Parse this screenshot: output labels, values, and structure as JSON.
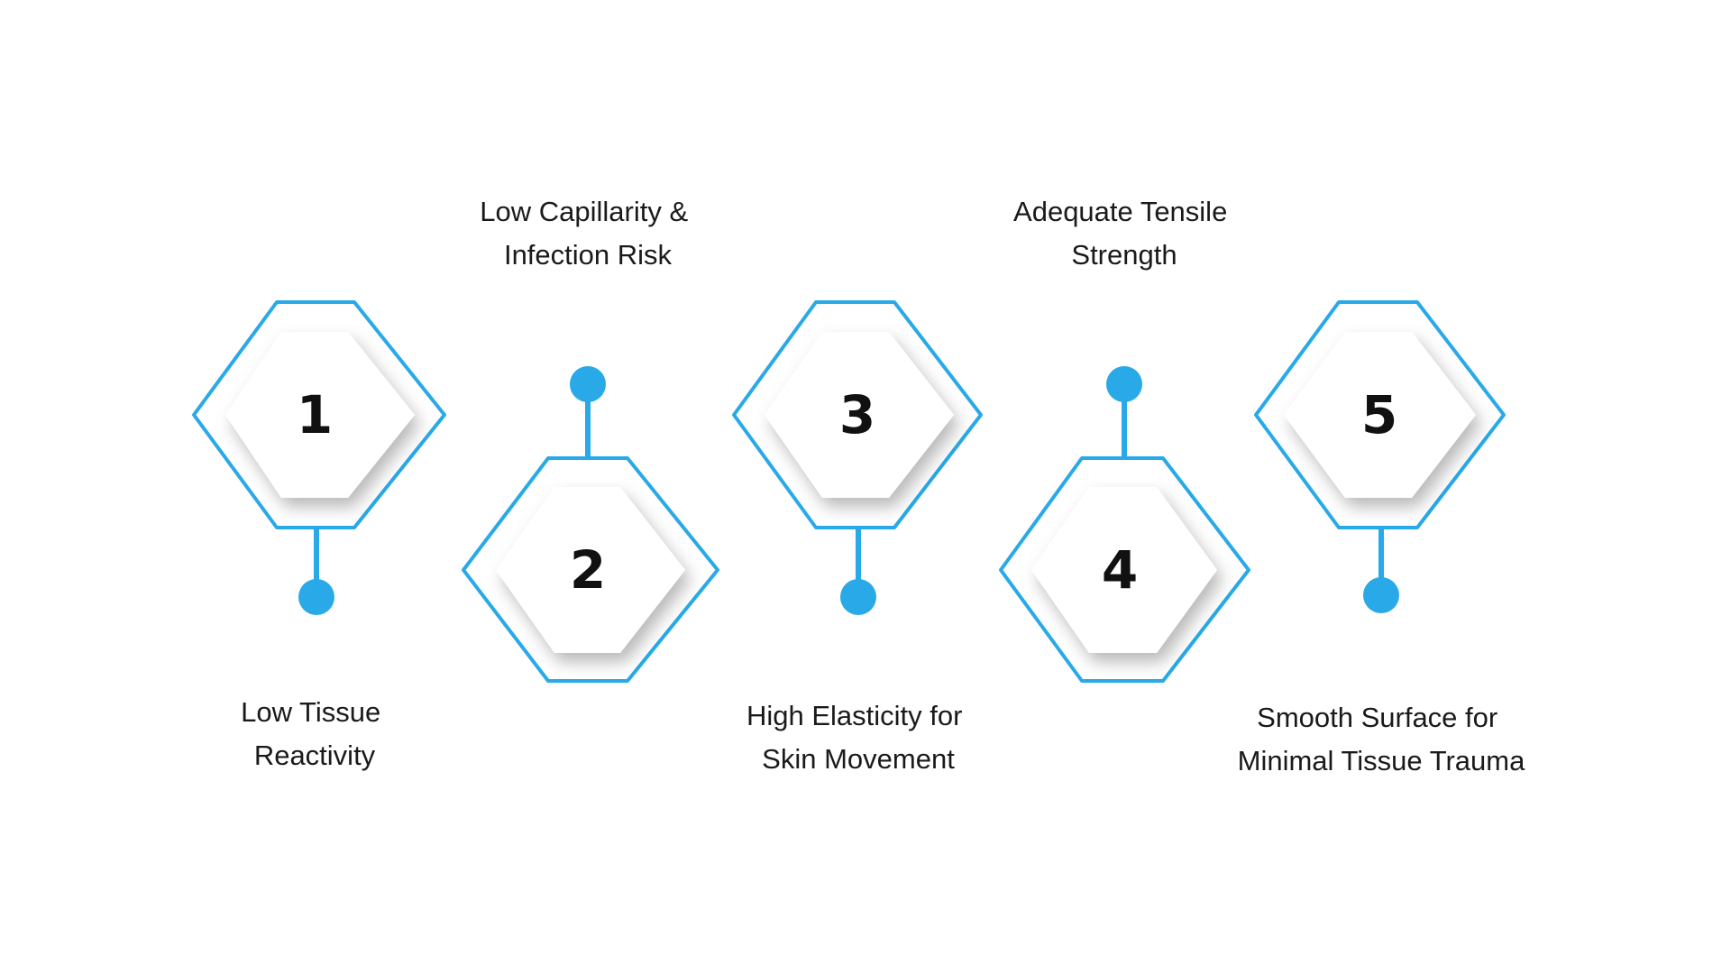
{
  "accent_color": "#29a9e8",
  "steps": [
    {
      "number": "1",
      "label_lines": [
        "Low Tissue",
        "Reactivity"
      ]
    },
    {
      "number": "2",
      "label_lines": [
        "Low Capillarity &",
        "Infection Risk"
      ]
    },
    {
      "number": "3",
      "label_lines": [
        "High Elasticity for",
        "Skin Movement"
      ]
    },
    {
      "number": "4",
      "label_lines": [
        "Adequate Tensile",
        "Strength"
      ]
    },
    {
      "number": "5",
      "label_lines": [
        "Smooth Surface for",
        "Minimal Tissue Trauma"
      ]
    }
  ]
}
